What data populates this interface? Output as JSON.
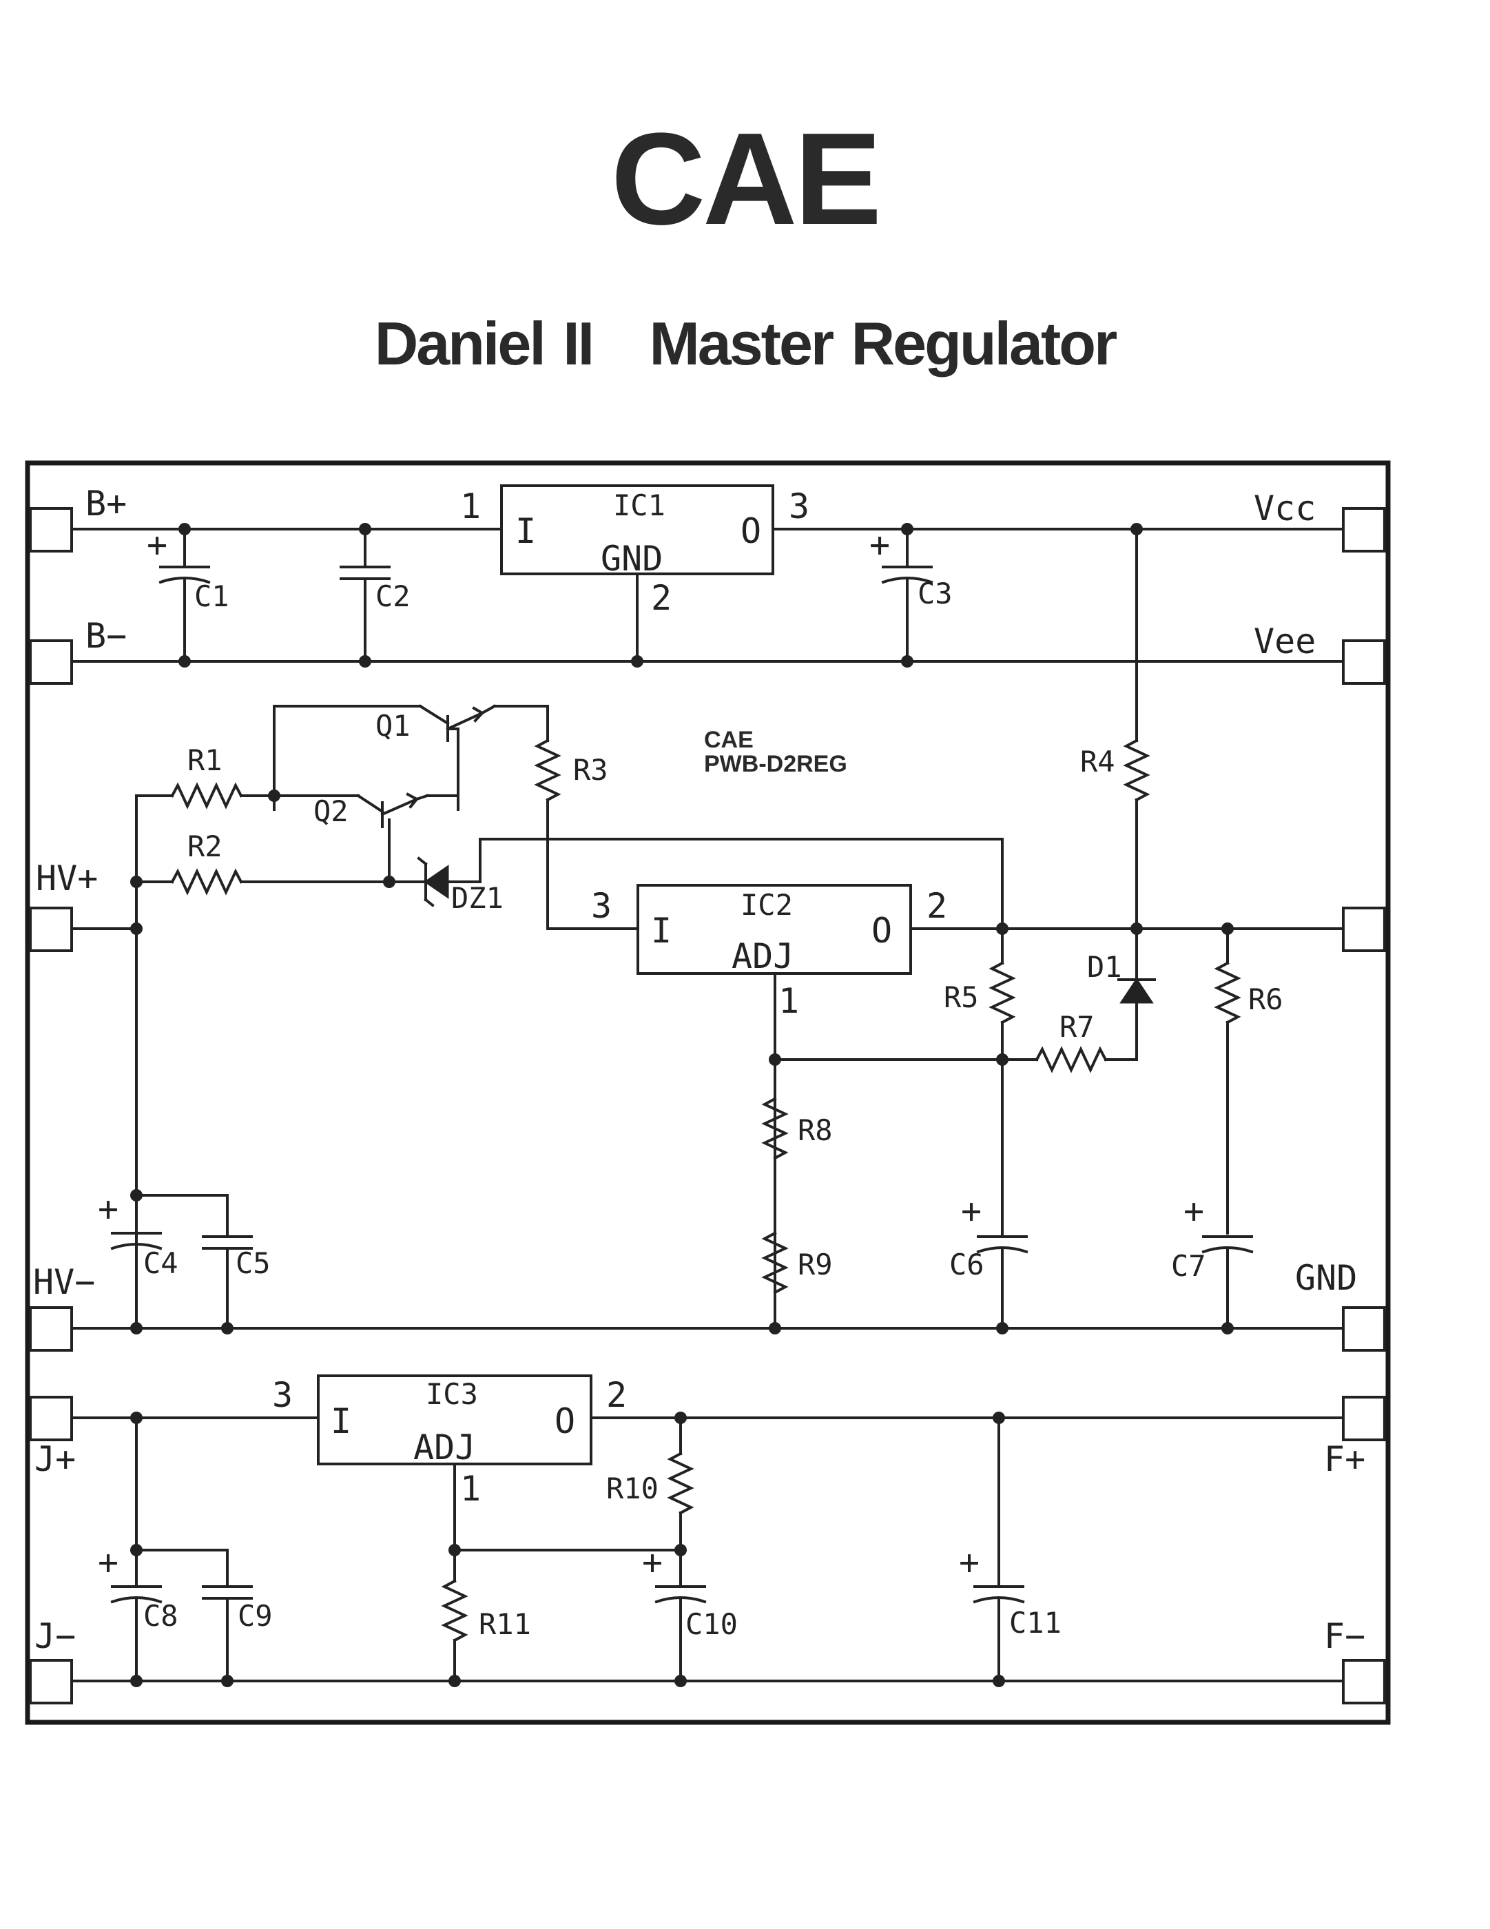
{
  "header": {
    "title": "CAE",
    "subtitle": "Daniel II   Master Regulator"
  },
  "board": {
    "maker": "CAE",
    "part": "PWB-D2REG"
  },
  "terminals": {
    "b_plus": "B+",
    "b_minus": "B−",
    "vcc": "Vcc",
    "vee": "Vee",
    "hv_plus": "HV+",
    "hv_minus": "HV−",
    "gnd": "GND",
    "j_plus": "J+",
    "j_minus": "J−",
    "f_plus": "F+",
    "f_minus": "F−"
  },
  "ics": {
    "ic1": {
      "name": "IC1",
      "in": "I",
      "out": "O",
      "ref": "GND",
      "pin_in": "1",
      "pin_out": "3",
      "pin_ref": "2"
    },
    "ic2": {
      "name": "IC2",
      "in": "I",
      "out": "O",
      "ref": "ADJ",
      "pin_in": "3",
      "pin_out": "2",
      "pin_ref": "1"
    },
    "ic3": {
      "name": "IC3",
      "in": "I",
      "out": "O",
      "ref": "ADJ",
      "pin_in": "3",
      "pin_out": "2",
      "pin_ref": "1"
    }
  },
  "components": {
    "c1": "C1",
    "c2": "C2",
    "c3": "C3",
    "c4": "C4",
    "c5": "C5",
    "c6": "C6",
    "c7": "C7",
    "c8": "C8",
    "c9": "C9",
    "c10": "C10",
    "c11": "C11",
    "r1": "R1",
    "r2": "R2",
    "r3": "R3",
    "r4": "R4",
    "r5": "R5",
    "r6": "R6",
    "r7": "R7",
    "r8": "R8",
    "r9": "R9",
    "r10": "R10",
    "r11": "R11",
    "q1": "Q1",
    "q2": "Q2",
    "dz1": "DZ1",
    "d1": "D1"
  },
  "polarity_mark": "+"
}
